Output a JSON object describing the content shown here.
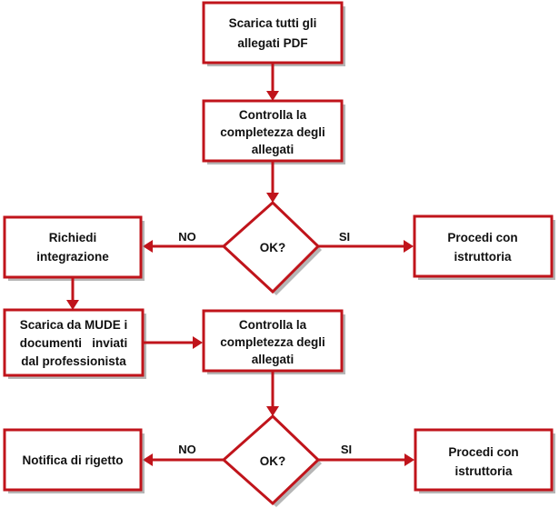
{
  "nodes": {
    "download_pdf": [
      "Scarica tutti gli",
      "allegati PDF"
    ],
    "check_1": [
      "Controlla la",
      "completezza degli",
      "allegati"
    ],
    "decision_1": "OK?",
    "request_integration": [
      "Richiedi",
      "integrazione"
    ],
    "proceed_1": [
      "Procedi con",
      "istruttoria"
    ],
    "download_mude": [
      "Scarica da MUDE i",
      "documenti   inviati",
      "dal professionista"
    ],
    "check_2": [
      "Controlla la",
      "completezza degli",
      "allegati"
    ],
    "decision_2": "OK?",
    "reject": "Notifica di rigetto",
    "proceed_2": [
      "Procedi con",
      "istruttoria"
    ]
  },
  "edges": {
    "no_1": "NO",
    "si_1": "SI",
    "no_2": "NO",
    "si_2": "SI"
  },
  "colors": {
    "border": "#c0141b",
    "shadow": "#7a7a7a",
    "text": "#111111"
  }
}
